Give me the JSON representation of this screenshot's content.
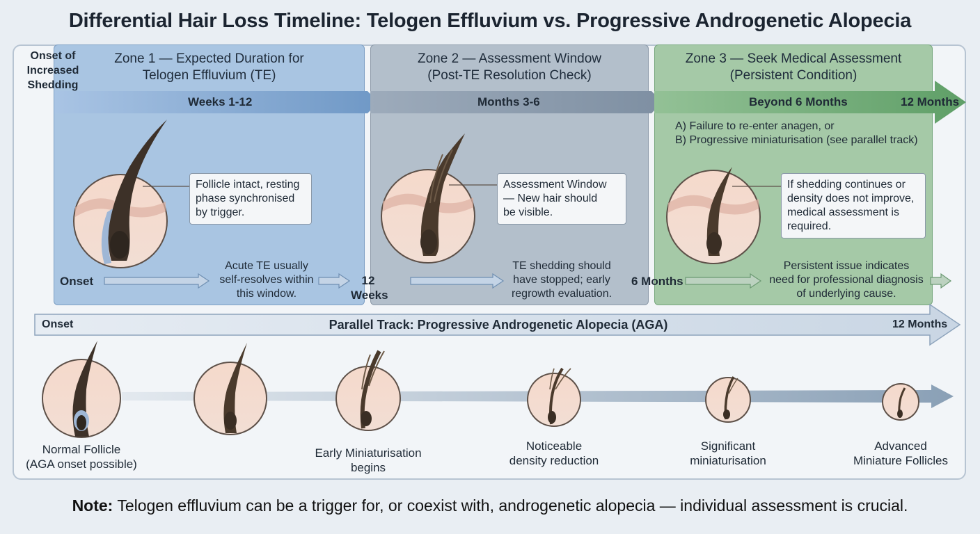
{
  "title": "Differential Hair Loss Timeline: Telogen Effluvium vs. Progressive Androgenetic Alopecia",
  "onset_top": "Onset of Increased Shedding",
  "zones": [
    {
      "title_line1": "Zone 1 — Expected Duration for",
      "title_line2": "Telogen Effluvium (TE)",
      "arrow_label": "Weeks 1-12",
      "callout_lines": [
        "Follicle intact, resting",
        "phase synchronised",
        "by trigger."
      ],
      "note_lines": [
        "Acute TE usually",
        "self-resolves within",
        "this window."
      ],
      "color": "#a9c5e2"
    },
    {
      "title_line1": "Zone 2 — Assessment Window",
      "title_line2": "(Post-TE Resolution Check)",
      "arrow_label": "Months 3-6",
      "callout_lines": [
        "Assessment Window",
        "— New hair should",
        "be visible."
      ],
      "note_lines": [
        "TE shedding should",
        "have stopped; early",
        "regrowth evaluation."
      ],
      "color": "#b3bfcb"
    },
    {
      "title_line1": "Zone 3 — Seek Medical Assessment",
      "title_line2": "(Persistent Condition)",
      "arrow_label": "Beyond 6 Months",
      "criteria": [
        "A) Failure to re-enter anagen, or",
        "B) Progressive miniaturisation (see parallel track)"
      ],
      "callout_lines": [
        "If shedding continues or",
        "density does not improve,",
        "medical assessment is",
        "required."
      ],
      "note_lines": [
        "Persistent issue indicates",
        "need for professional diagnosis",
        "of underlying cause."
      ],
      "color": "#a5c9a7"
    }
  ],
  "top_arrow_end_label": "12 Months",
  "milestones": {
    "onset": "Onset",
    "weeks12_line1": "12",
    "weeks12_line2": "Weeks",
    "months6": "6 Months"
  },
  "parallel_track": {
    "start_label": "Onset",
    "title": "Parallel Track: Progressive Androgenetic Alopecia (AGA)",
    "end_label": "12 Months",
    "stages": [
      {
        "line1": "Normal Follicle",
        "line2": "(AGA onset possible)"
      },
      {
        "line1": "",
        "line2": ""
      },
      {
        "line1": "Early Miniaturisation",
        "line2": "begins"
      },
      {
        "line1": "Noticeable",
        "line2": "density reduction"
      },
      {
        "line1": "Significant",
        "line2": "miniaturisation"
      },
      {
        "line1": "Advanced",
        "line2": "Miniature Follicles"
      }
    ]
  },
  "footer": {
    "bold": "Note:",
    "text": " Telogen effluvium can be a trigger for, or coexist with, androgenetic alopecia — individual assessment is crucial."
  },
  "colors": {
    "zone1": "#a9c5e2",
    "zone2": "#b3bfcb",
    "zone3": "#a5c9a7",
    "skin": "#f0cdbc",
    "hair": "#4a3a2c",
    "arrow_blue": "#7fa6cf"
  }
}
